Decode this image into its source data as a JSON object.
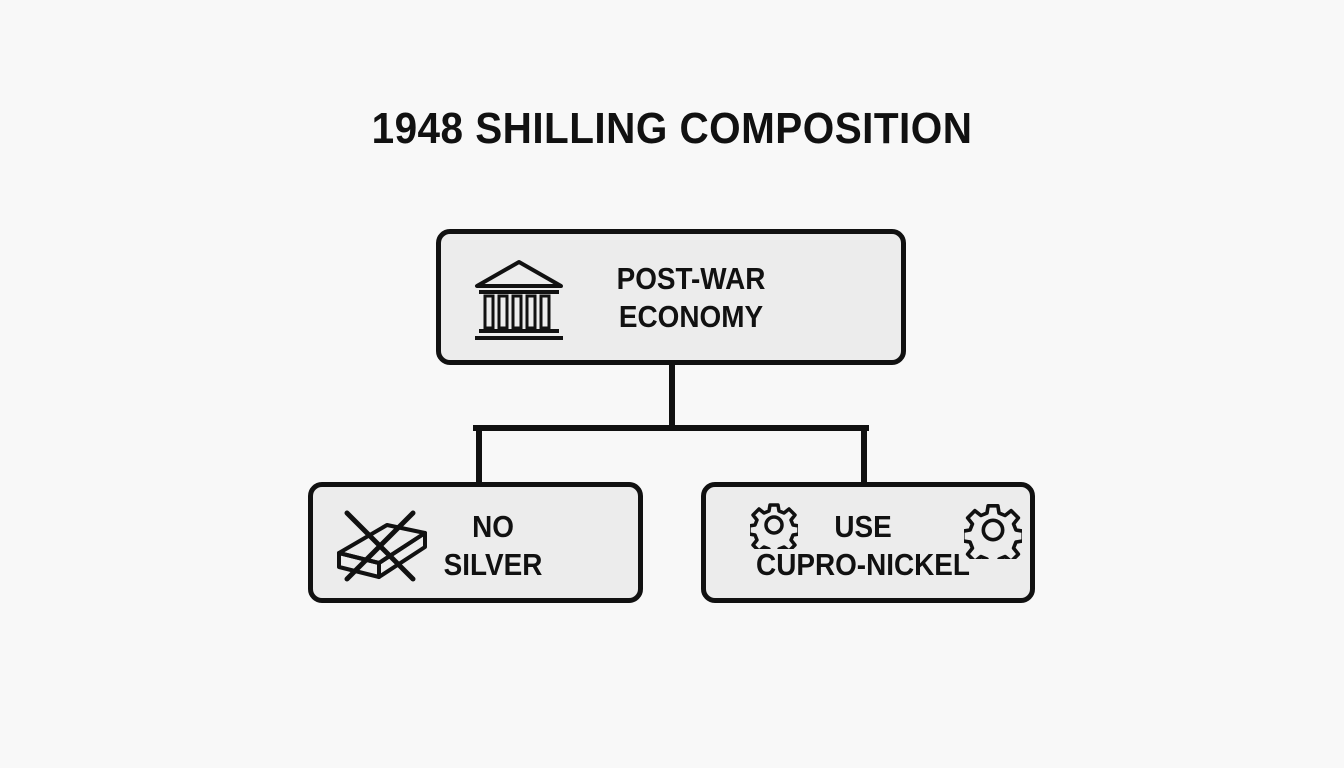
{
  "diagram": {
    "title": "1948 SHILLING COMPOSITION",
    "root": {
      "line1": "POST-WAR",
      "line2": "ECONOMY",
      "icon": "bank-building-icon"
    },
    "children": [
      {
        "line1": "NO",
        "line2": "SILVER",
        "icon": "crossed-silver-bar-icon"
      },
      {
        "line1": "USE",
        "line2": "CUPRO-NICKEL",
        "icons": [
          "gear-icon",
          "gear-icon"
        ]
      }
    ]
  },
  "colors": {
    "stroke": "#111111",
    "box_fill": "#ececec",
    "background": "#f8f8f8"
  }
}
